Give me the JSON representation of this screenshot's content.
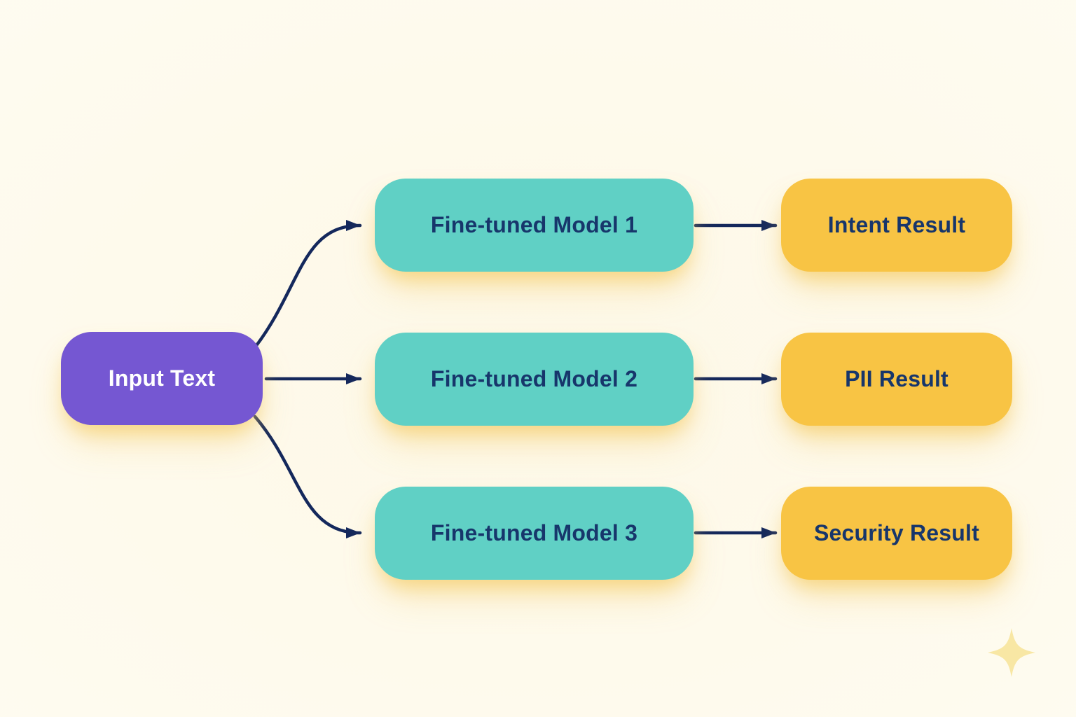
{
  "nodes": {
    "input": {
      "label": "Input Text"
    },
    "models": [
      {
        "label": "Fine-tuned Model 1"
      },
      {
        "label": "Fine-tuned Model 2"
      },
      {
        "label": "Fine-tuned Model 3"
      }
    ],
    "results": [
      {
        "label": "Intent Result"
      },
      {
        "label": "PII Result"
      },
      {
        "label": "Security Result"
      }
    ]
  },
  "connections": [
    {
      "from": "Input Text",
      "to": "Fine-tuned Model 1"
    },
    {
      "from": "Input Text",
      "to": "Fine-tuned Model 2"
    },
    {
      "from": "Input Text",
      "to": "Fine-tuned Model 3"
    },
    {
      "from": "Fine-tuned Model 1",
      "to": "Intent Result"
    },
    {
      "from": "Fine-tuned Model 2",
      "to": "PII Result"
    },
    {
      "from": "Fine-tuned Model 3",
      "to": "Security Result"
    }
  ],
  "icons": {
    "sparkle": "four-pointed-star"
  },
  "colors": {
    "background": "#fefbf0",
    "input_fill": "#7557d2",
    "input_text": "#ffffff",
    "model_fill": "#60d0c5",
    "result_fill": "#f8c444",
    "node_text": "#17366b",
    "arrow": "#14285c",
    "sparkle": "#f8e7a4"
  }
}
